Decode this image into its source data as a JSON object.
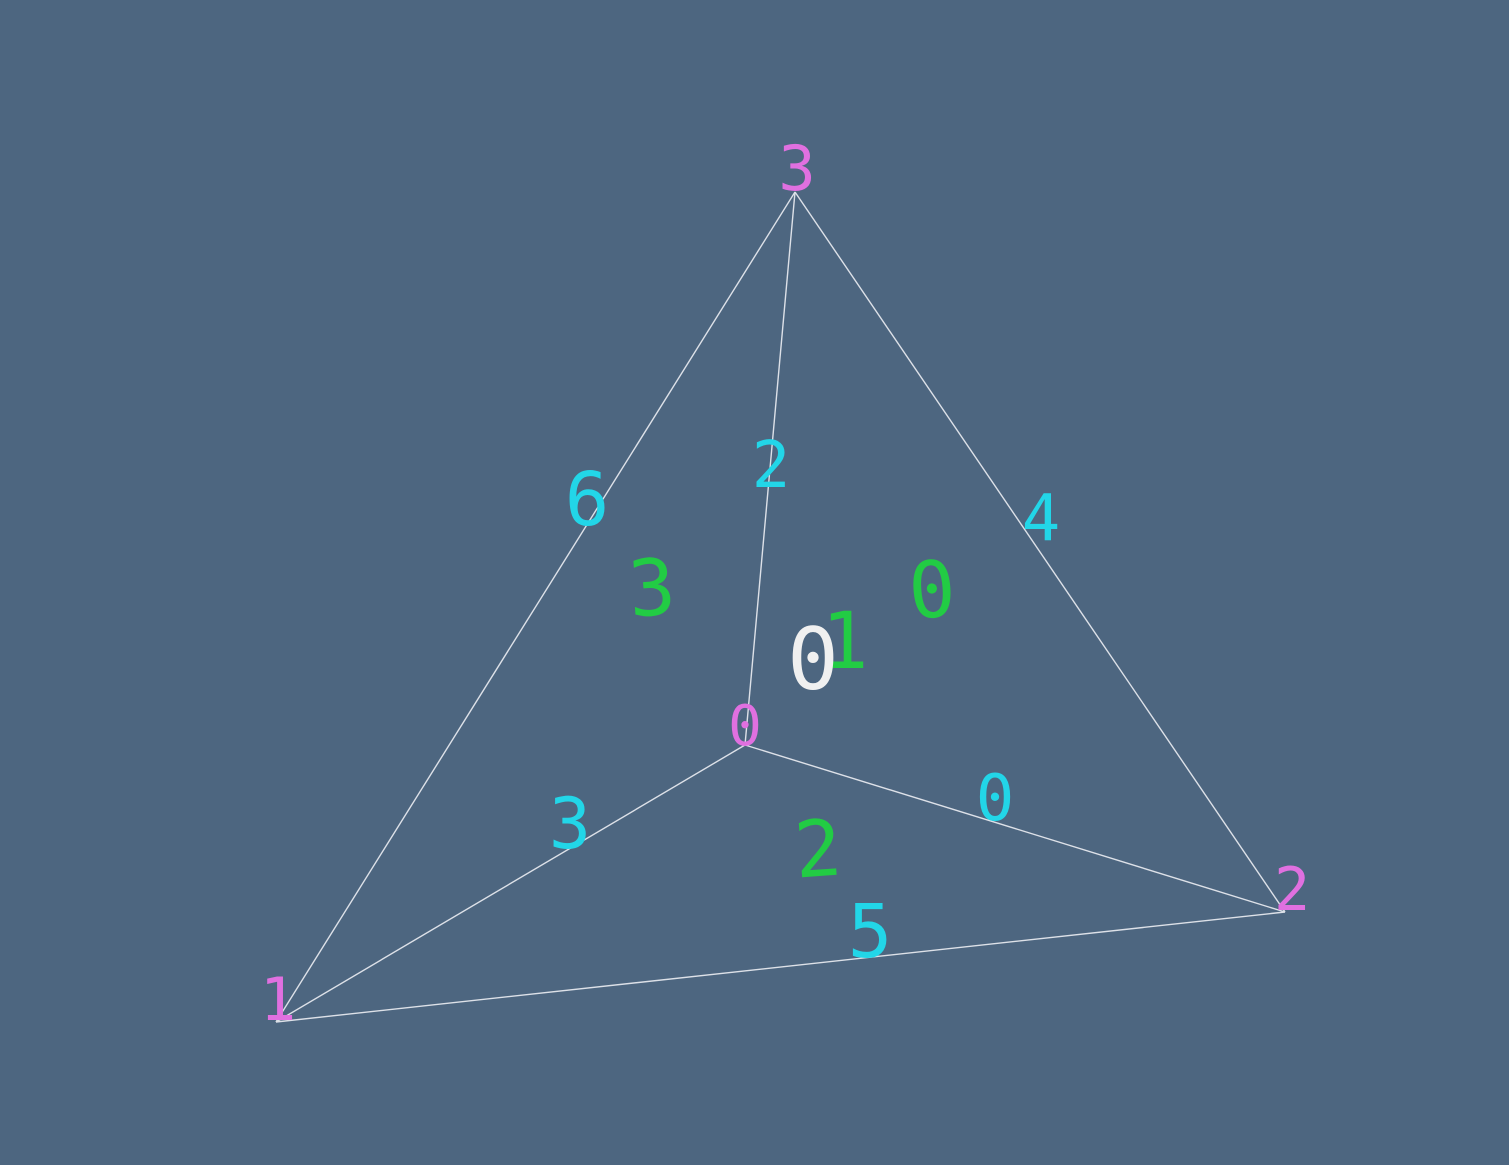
{
  "colors": {
    "background": "#4d6680",
    "edge_line": "#dde1e8",
    "vertex_label": "#e070e0",
    "edge_label": "#22d6e8",
    "face_label": "#22cc44",
    "cell_label": "#f0f0f0"
  },
  "mesh": {
    "vertex_labels": [
      "3",
      "0",
      "2",
      "1"
    ],
    "edge_labels": [
      "2",
      "4",
      "6",
      "3",
      "0",
      "5"
    ],
    "face_labels": [
      "3",
      "0",
      "1",
      "2"
    ],
    "cell_labels": [
      "0"
    ]
  }
}
